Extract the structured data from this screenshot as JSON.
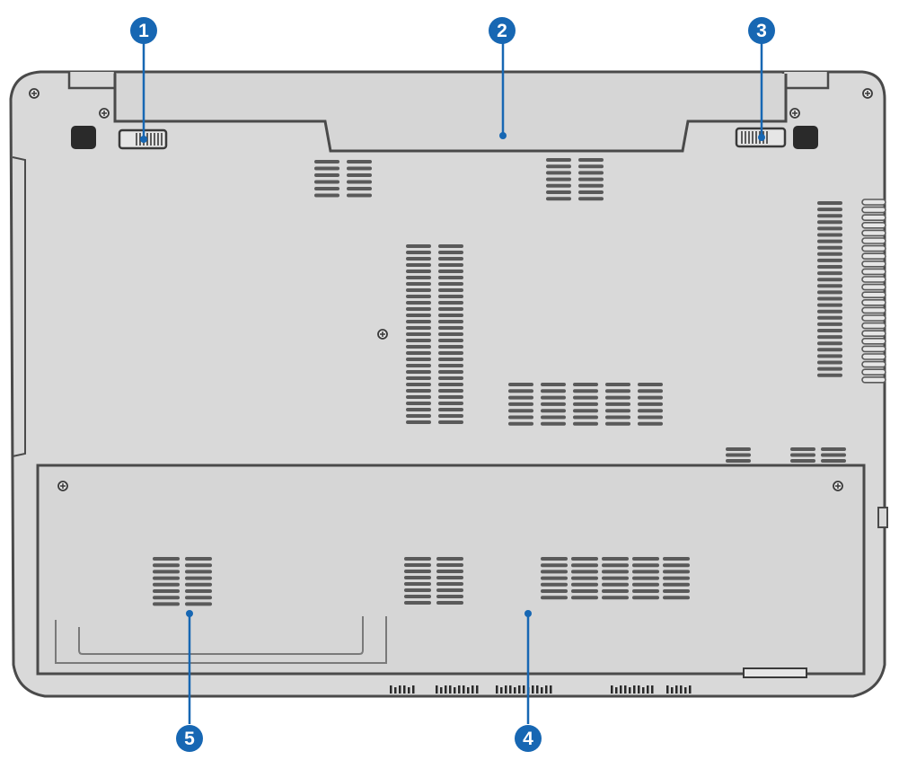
{
  "diagram": {
    "callouts": [
      {
        "id": "callout-1",
        "number": "1"
      },
      {
        "id": "callout-2",
        "number": "2"
      },
      {
        "id": "callout-3",
        "number": "3"
      },
      {
        "id": "callout-4",
        "number": "4"
      },
      {
        "id": "callout-5",
        "number": "5"
      }
    ],
    "colors": {
      "callout": "#1767b3",
      "body_fill": "#d9d9d9",
      "outline": "#4a4a4a",
      "vent": "#5a5a5a",
      "foot": "#2a2a2a"
    }
  }
}
